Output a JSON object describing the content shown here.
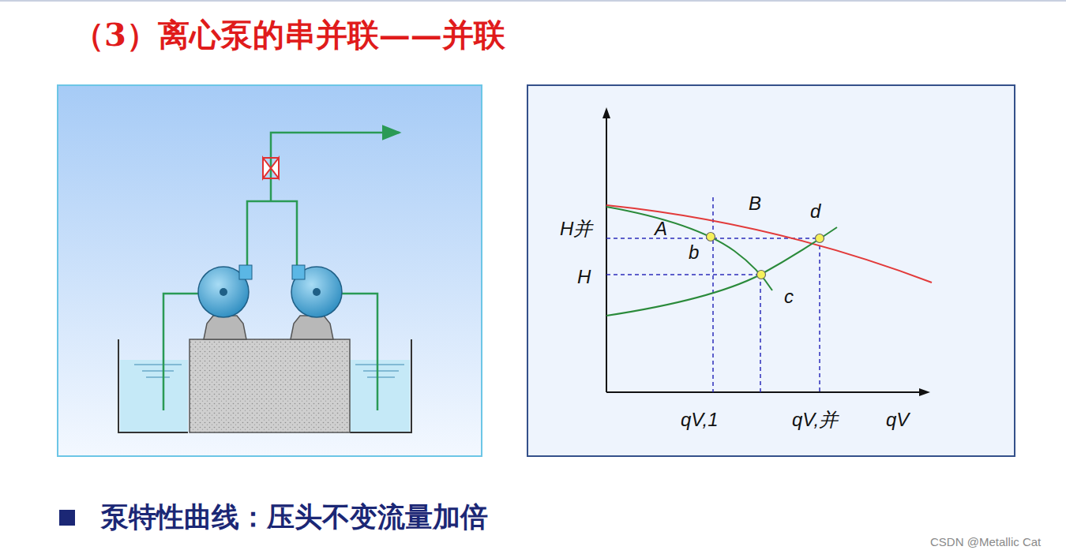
{
  "diagram": {
    "title": "（3）离心泵的串并联——并联",
    "labels": [
      "H并",
      "A",
      "B",
      "d",
      "b",
      "H",
      "c",
      "qV,1",
      "qV,并",
      "qV",
      "泵特性曲线：压头不变流量加倍",
      "CSDN @Metallic Cat"
    ]
  }
}
